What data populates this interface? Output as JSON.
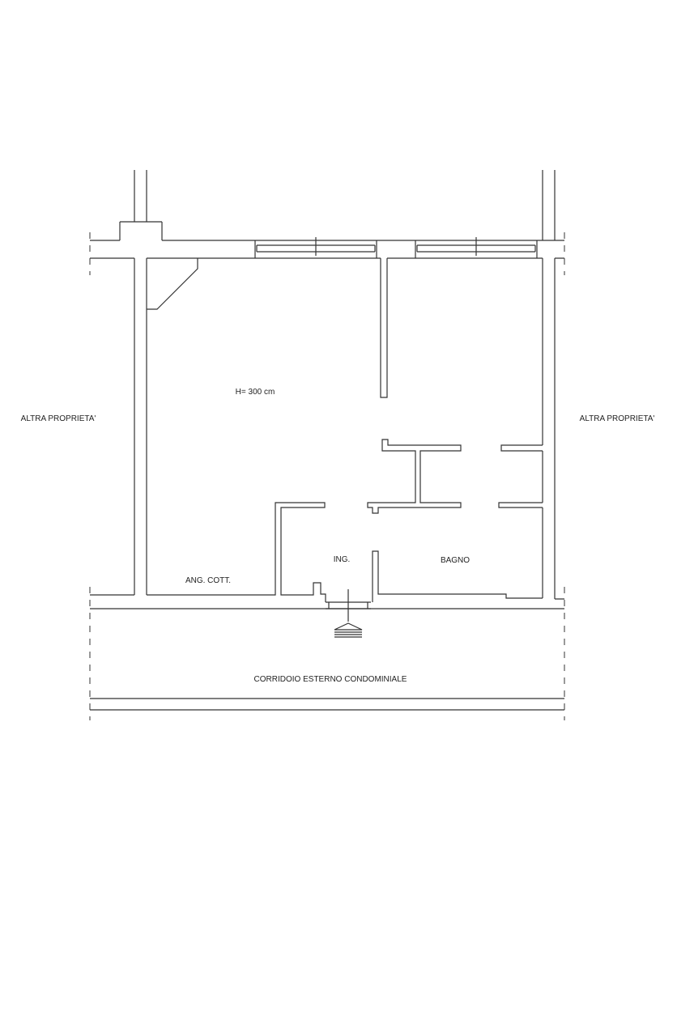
{
  "plan": {
    "height_note": "H= 300 cm",
    "neighbor_left": "ALTRA PROPRIETA'",
    "neighbor_right": "ALTRA PROPRIETA'",
    "rooms": {
      "kitchen": "ANG. COTT.",
      "entrance": "ING.",
      "bathroom": "BAGNO",
      "corridor": "CORRIDOIO ESTERNO CONDOMINIALE"
    },
    "line_color": "#333333"
  }
}
